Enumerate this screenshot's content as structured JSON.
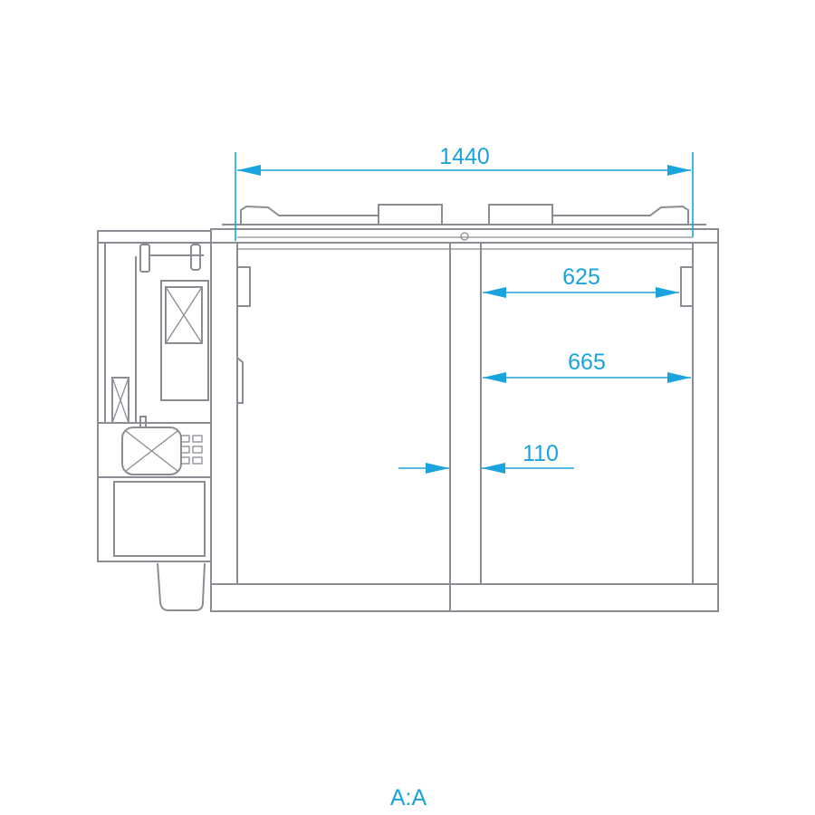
{
  "drawing": {
    "section_label": "A:A",
    "colors": {
      "outline": "#8a8d93",
      "dimension": "#1aa3dc"
    },
    "dimensions": {
      "overall_width": "1440",
      "inner_shelf_depth": "625",
      "inner_depth": "665",
      "divider_thickness": "110"
    }
  }
}
